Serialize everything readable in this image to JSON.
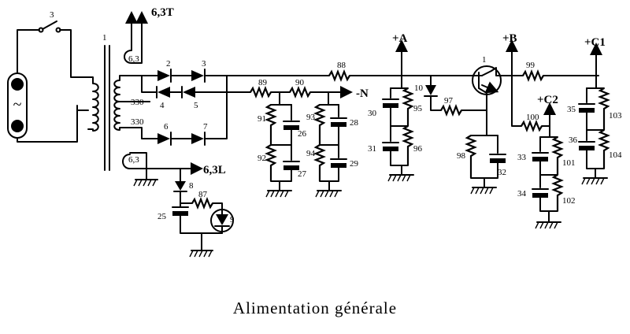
{
  "title": "Alimentation générale",
  "rails": {
    "A": "+A",
    "B": "+B",
    "C1": "+C1",
    "C2": "+C2",
    "N": "-N",
    "T": "6,3T",
    "L": "6,3L"
  },
  "windings": {
    "w1": "6,3",
    "w2": "330",
    "w3": "330",
    "w4": "6,3"
  },
  "refs": {
    "switch": "3",
    "transformer": "1",
    "d2": "2",
    "d3": "3",
    "d4": "4",
    "d5": "5",
    "d6": "6",
    "d7": "7",
    "d8": "8",
    "led": "9",
    "d10": "10",
    "q1": "1",
    "r87": "87",
    "r88": "88",
    "r89": "89",
    "r90": "90",
    "r91": "91",
    "r92": "92",
    "r93": "93",
    "r94": "94",
    "r95": "95",
    "r96": "96",
    "r97": "97",
    "r98": "98",
    "r99": "99",
    "r100": "100",
    "r101": "101",
    "r102": "102",
    "r103": "103",
    "r104": "104",
    "c25": "25",
    "c26": "26",
    "c27": "27",
    "c28": "28",
    "c29": "29",
    "c30": "30",
    "c31": "31",
    "c32": "32",
    "c33": "33",
    "c34": "34",
    "c35": "35",
    "c36": "36"
  },
  "symbols": {
    "mains": "~"
  }
}
